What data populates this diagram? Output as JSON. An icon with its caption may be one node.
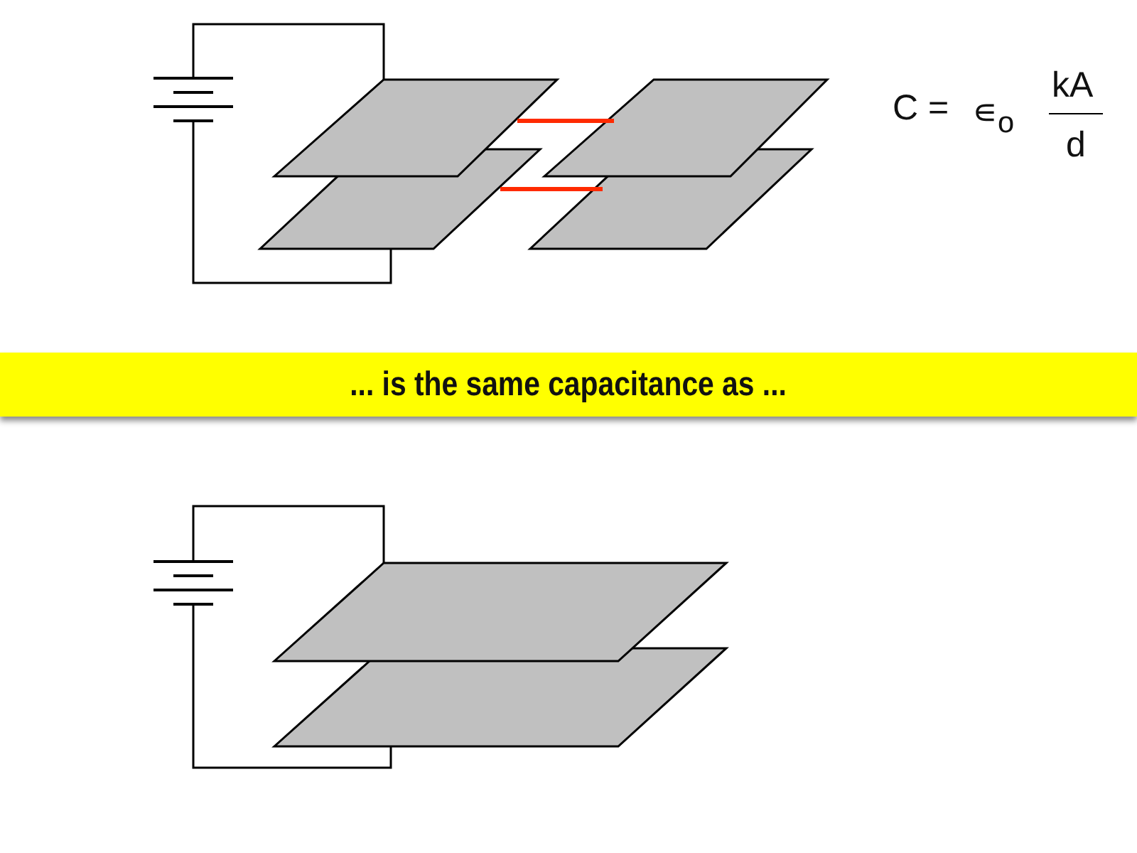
{
  "diagram": {
    "nodes": [
      {
        "text": [
          "... is the same capacitance as ..."
        ]
      }
    ],
    "labels": [
      "C =",
      "∊$_{o}$",
      "kA",
      "d"
    ]
  }
}
